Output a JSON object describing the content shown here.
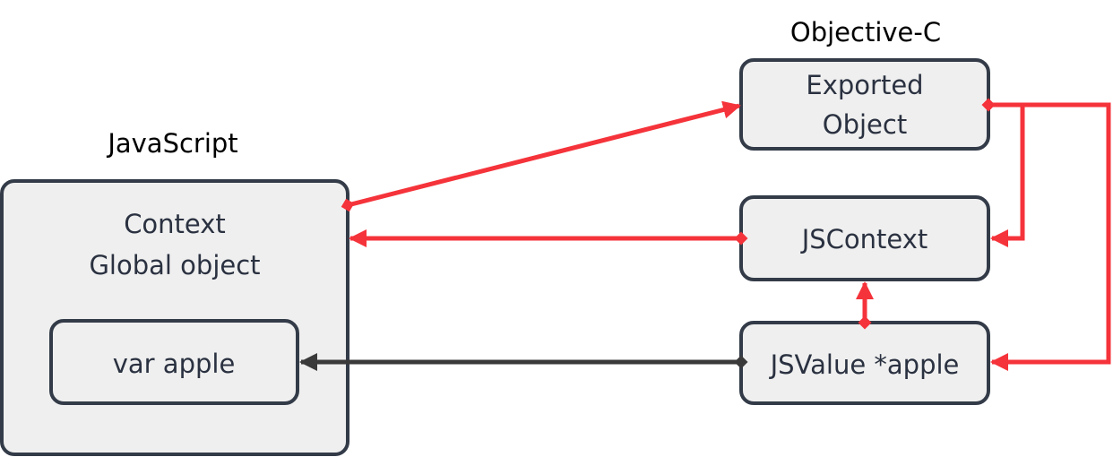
{
  "colors": {
    "box_fill": "#efefef",
    "box_stroke": "#333b48",
    "text": "#2a3140",
    "red_arrow": "#f5333a",
    "dark_arrow": "#3a3a3a"
  },
  "javascript": {
    "title": "JavaScript",
    "context_line1": "Context",
    "context_line2": "Global object",
    "var_label": "var apple"
  },
  "objective_c": {
    "title": "Objective-C",
    "exported_line1": "Exported",
    "exported_line2": "Object",
    "jscontext": "JSContext",
    "jsvalue": "JSValue *apple"
  },
  "connections": [
    {
      "from": "js-context-box",
      "to": "exported-object-box",
      "color": "red"
    },
    {
      "from": "jscontext-box",
      "to": "js-context-box",
      "color": "red"
    },
    {
      "from": "exported-object-box",
      "to": "jscontext-box",
      "color": "red"
    },
    {
      "from": "exported-object-box",
      "to": "jsvalue-box",
      "color": "red"
    },
    {
      "from": "jsvalue-box",
      "to": "jscontext-box",
      "color": "red"
    },
    {
      "from": "jsvalue-box",
      "to": "var-apple-box",
      "color": "dark"
    }
  ]
}
